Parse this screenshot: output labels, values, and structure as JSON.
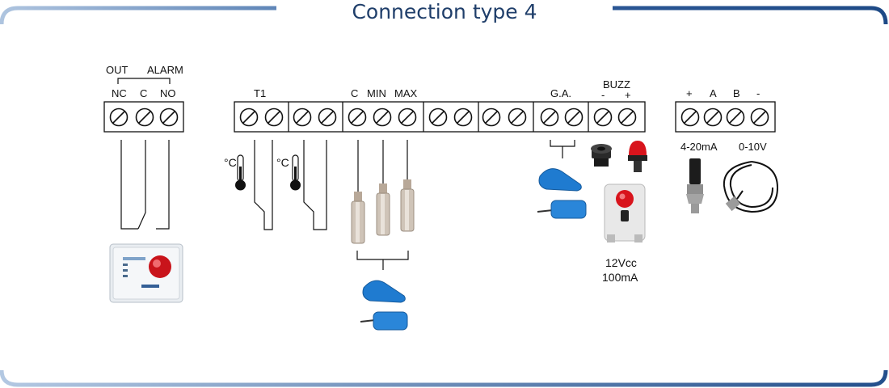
{
  "title": "Connection type 4",
  "colors": {
    "frame_dark": "#1e4a86",
    "frame_light": "#9db8d8",
    "text": "#1f3e6a",
    "float_blue": "#1f7bd0",
    "beacon_red": "#d8141c"
  },
  "relay": {
    "group_label_1": "OUT",
    "group_label_2": "ALARM",
    "terminals": [
      "NC",
      "C",
      "NO"
    ]
  },
  "probe_block": {
    "t1": "T1",
    "level": [
      "C",
      "MIN",
      "MAX"
    ],
    "ga": "G.A.",
    "buzz": "BUZZ",
    "buzz_pol": [
      "-",
      "+"
    ],
    "temp_unit": "°C"
  },
  "analog": {
    "terminals": [
      "+",
      "A",
      "B",
      "-"
    ],
    "label_current": "4-20mA",
    "label_voltage": "0-10V"
  },
  "buzzer_spec": [
    "12Vcc",
    "100mA"
  ],
  "icons": [
    "thermometer-icon",
    "electrode-probe-icon",
    "float-switch-icon",
    "buzzer-icon",
    "beacon-icon",
    "pressure-sensor-icon",
    "level-transducer-icon",
    "alarm-panel-icon",
    "screw-terminal-icon"
  ]
}
